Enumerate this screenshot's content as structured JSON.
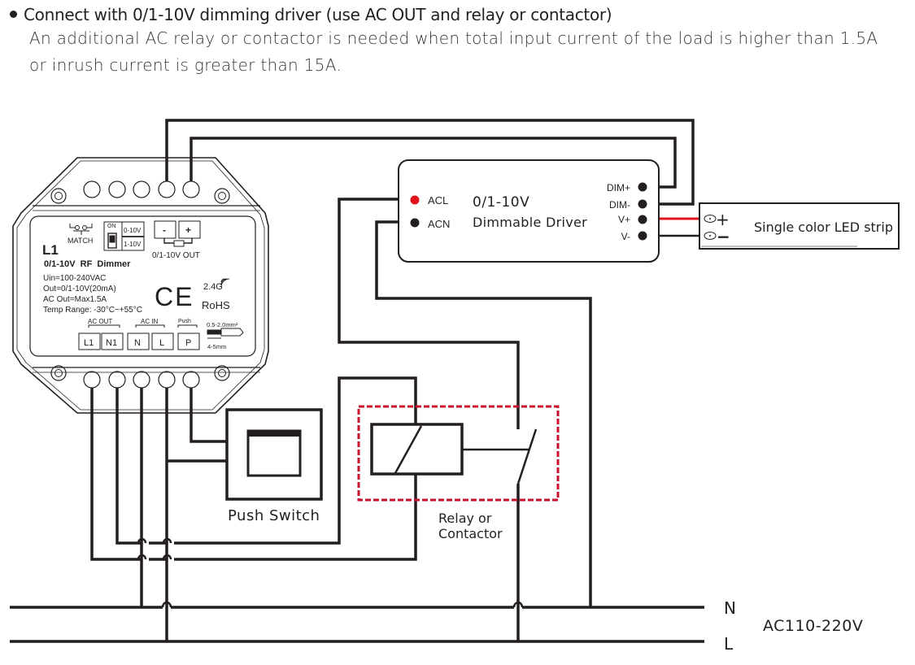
{
  "header": {
    "title": "Connect with 0/1-10V dimming driver (use AC OUT and relay or contactor)",
    "description_line1": "An additional AC relay or contactor is needed when total input current of the load is higher than 1.5A",
    "description_line2": "or inrush current is greater than 15A."
  },
  "dimmer": {
    "model": "L1",
    "name": "0/1-10V  RF  Dimmer",
    "match_label": "MATCH",
    "switch_on_label": "ON",
    "switch_opt1": "0-10V",
    "switch_opt2": "1-10V",
    "out_minus": "-",
    "out_plus": "+",
    "out_label": "0/1-10V OUT",
    "spec_uin": "Uin=100-240VAC",
    "spec_out": "Out=0/1-10V(20mA)",
    "spec_acout": "AC Out=Max1.5A",
    "spec_temp": "Temp Range: -30°C~+55°C",
    "ce_mark": "CE",
    "rf_label": "2.4G",
    "rohs_label": "RoHS",
    "group_ac_out": "AC OUT",
    "group_ac_in": "AC IN",
    "group_push": "Push",
    "terminals": [
      "L1",
      "N1",
      "N",
      "L",
      "P"
    ],
    "wire_gauge": "0.5-2.0mm²",
    "strip_length": "4-5mm"
  },
  "driver": {
    "title_line1": "0/1-10V",
    "title_line2": "Dimmable Driver",
    "in_acl": "ACL",
    "in_acn": "ACN",
    "out_dim_plus": "DIM+",
    "out_dim_minus": "DIM-",
    "out_v_plus": "V+",
    "out_v_minus": "V-"
  },
  "led_strip": {
    "label": "Single color LED strip",
    "plus": "+",
    "minus": "−"
  },
  "push_switch": {
    "label": "Push Switch"
  },
  "relay": {
    "label_line1": "Relay or",
    "label_line2": "Contactor"
  },
  "mains": {
    "n_label": "N",
    "l_label": "L",
    "voltage": "AC110-220V"
  },
  "colors": {
    "wire": "#231f20",
    "live": "#e1141d",
    "relay_box": "#c8102e"
  }
}
